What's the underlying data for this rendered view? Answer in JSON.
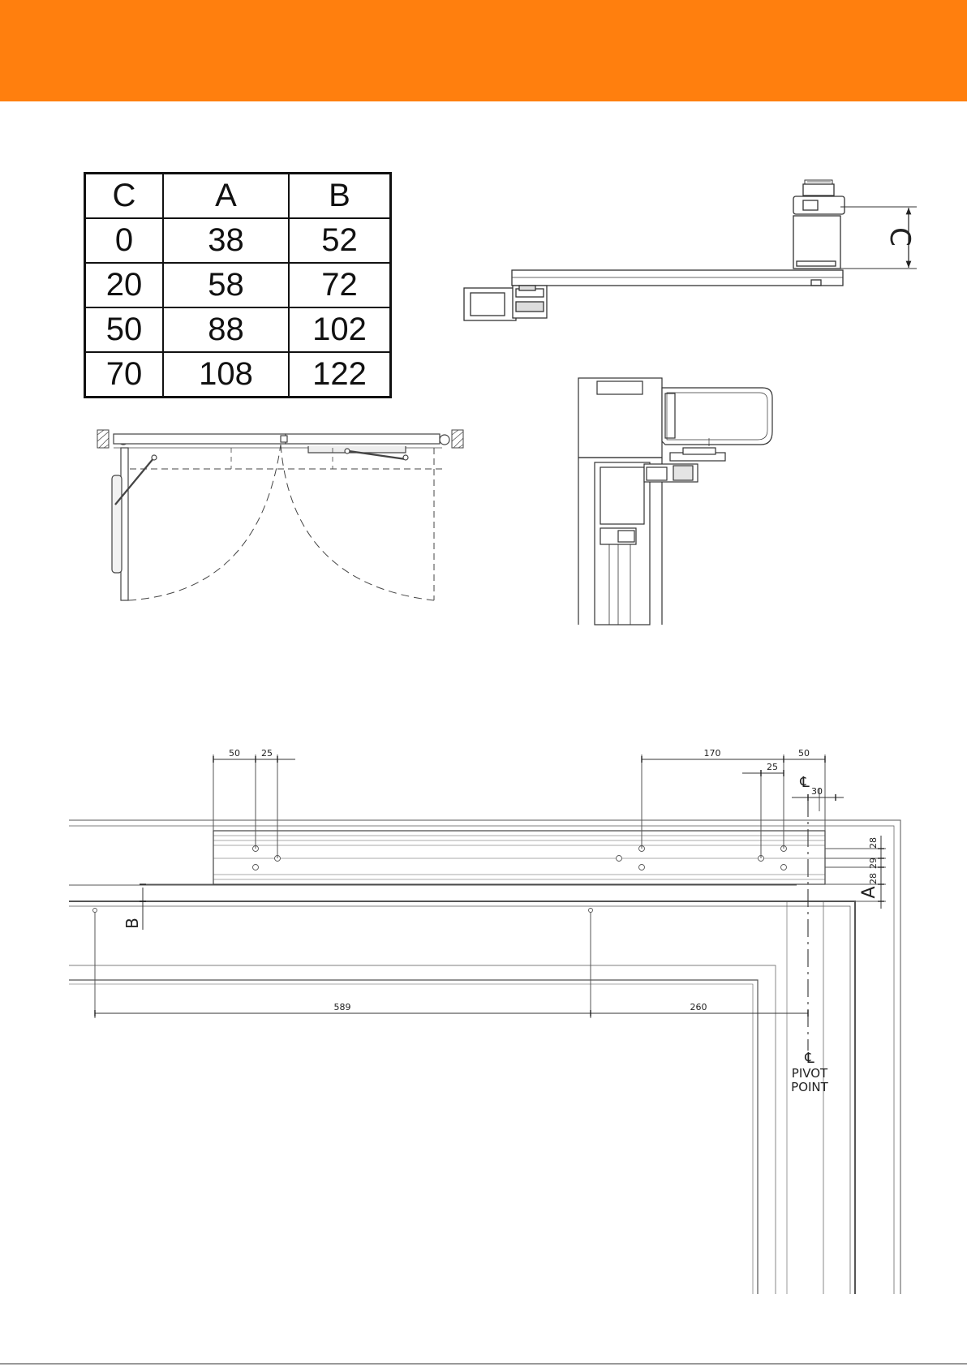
{
  "colors": {
    "accent": "#FF7F0E",
    "line": "#333333"
  },
  "table": {
    "headers": [
      "C",
      "A",
      "B"
    ],
    "rows": [
      [
        "0",
        "38",
        "52"
      ],
      [
        "20",
        "58",
        "72"
      ],
      [
        "50",
        "88",
        "102"
      ],
      [
        "70",
        "108",
        "122"
      ]
    ]
  },
  "side_view": {
    "dim_label": "C"
  },
  "plan": {
    "dims": {
      "top_left_a": "50",
      "top_left_b": "25",
      "top_right_a": "170",
      "top_right_b": "50",
      "top_right_c": "25",
      "top_right_d": "30",
      "right_1": "28",
      "right_2": "29",
      "right_3": "28",
      "bottom_left": "589",
      "bottom_right": "260"
    },
    "label_a": "A",
    "label_b": "B",
    "centerline_symbol": "℄",
    "pivot_line1": "PIVOT",
    "pivot_line2": "POINT"
  }
}
